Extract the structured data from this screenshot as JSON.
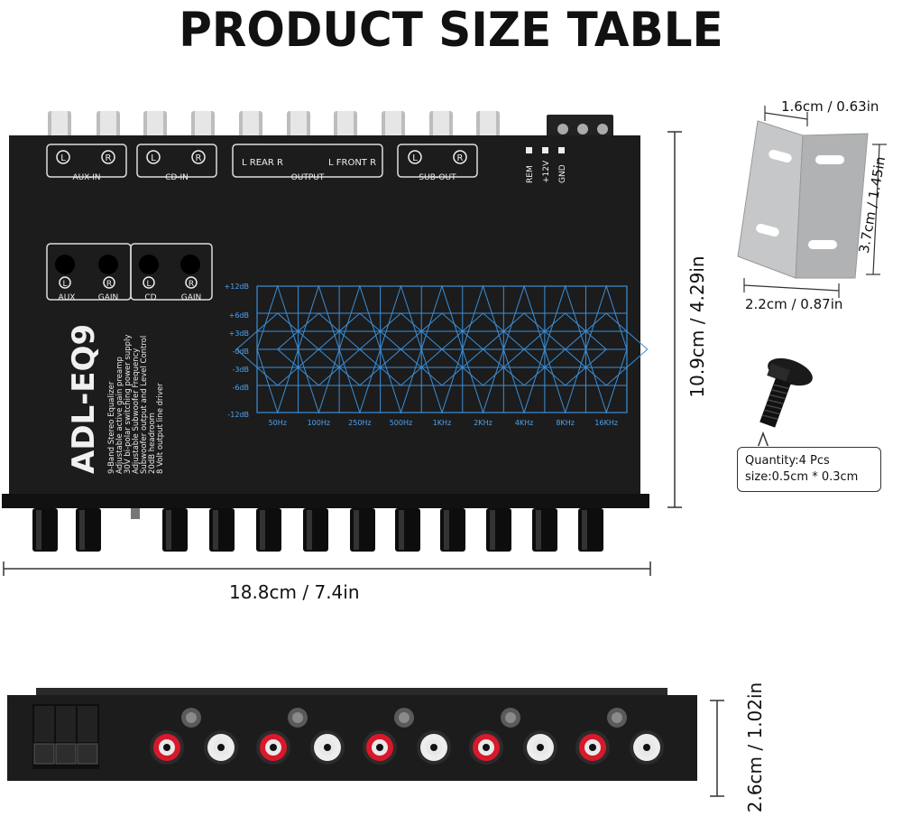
{
  "title": "PRODUCT SIZE TABLE",
  "dimensions": {
    "width": "18.8cm / 7.4in",
    "depth": "10.9cm / 4.29in",
    "height": "2.6cm / 1.02in",
    "bracket_top": "1.6cm / 0.63in",
    "bracket_side": "3.7cm / 1.45in",
    "bracket_bottom": "2.2cm / 0.87in"
  },
  "screw_note": {
    "quantity": "Quantity:4 Pcs",
    "size": "size:0.5cm * 0.3cm"
  },
  "device": {
    "model": "ADL-EQ9",
    "features": [
      "9-Band Stereo Equalizer",
      "Adjustable active gain preamp",
      "30V bi-polar switching power supply",
      "Adjustable Subwoofer Frequency",
      "Subwoofer output and Level Control",
      "20dB headroom",
      "8 Volt output line driver"
    ],
    "input_groups": [
      {
        "label": "AUX-IN",
        "left": "L",
        "right": "R"
      },
      {
        "label": "CD-IN",
        "left": "L",
        "right": "R"
      },
      {
        "label": "OUTPUT",
        "left": "L REAR R",
        "right": "L FRONT R"
      },
      {
        "label": "SUB-OUT",
        "left": "L",
        "right": "R"
      }
    ],
    "power_labels": [
      "REM",
      "+12V",
      "GND"
    ],
    "gain_labels": [
      "AUX",
      "GAIN",
      "CD",
      "GAIN"
    ],
    "gain_marks": [
      "L",
      "R",
      "L",
      "R"
    ],
    "db_scale": [
      "+12dB",
      "+6dB",
      "+3dB",
      "-0dB",
      "-3dB",
      "-6dB",
      "-12dB"
    ],
    "freq_bands": [
      "50Hz",
      "100Hz",
      "250Hz",
      "500Hz",
      "1KHz",
      "2KHz",
      "4KHz",
      "8KHz",
      "16KHz"
    ]
  },
  "colors": {
    "body": "#1a1a1a",
    "eq_grid": "#3a8fd9",
    "rca_red": "#d8182b",
    "rca_white": "#ededed",
    "bracket": "#b8b9bb"
  }
}
